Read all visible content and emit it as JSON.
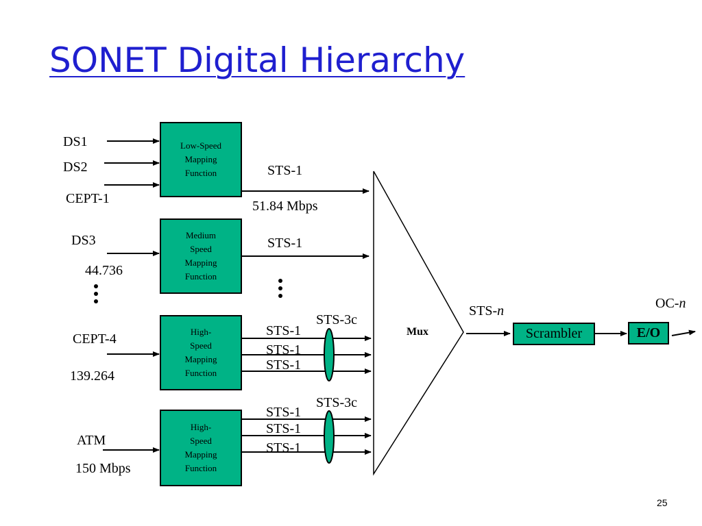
{
  "title": "SONET Digital Hierarchy",
  "inputs": {
    "ds1": "DS1",
    "ds2": "DS2",
    "cept1": "CEPT-1",
    "ds3": "DS3",
    "ds3_rate": "44.736",
    "cept4": "CEPT-4",
    "cept4_rate": "139.264",
    "atm": "ATM",
    "atm_rate": "150 Mbps"
  },
  "blocks": {
    "low_speed": "Low-Speed\nMapping\nFunction",
    "medium_speed": "Medium\nSpeed\nMapping\nFunction",
    "high_speed_1": "High-\nSpeed\nMapping\nFunction",
    "high_speed_2": "High-\nSpeed\nMapping\nFunction"
  },
  "signals": {
    "sts1_low": "STS-1",
    "sts1_rate": "51.84 Mbps",
    "sts1_medium": "STS-1",
    "sts3c_a": "STS-3c",
    "sts1_a1": "STS-1",
    "sts1_a2": "STS-1",
    "sts1_a3": "STS-1",
    "sts3c_b": "STS-3c",
    "sts1_b1": "STS-1",
    "sts1_b2": "STS-1",
    "sts1_b3": "STS-1"
  },
  "mux": "Mux",
  "sts_n_prefix": "STS-",
  "sts_n_var": "n",
  "scrambler": "Scrambler",
  "eo": "E/O",
  "oc_n_prefix": "OC-",
  "oc_n_var": "n",
  "page_number": "25",
  "colors": {
    "title": "#1f1fcf",
    "block_fill": "#00b386"
  }
}
